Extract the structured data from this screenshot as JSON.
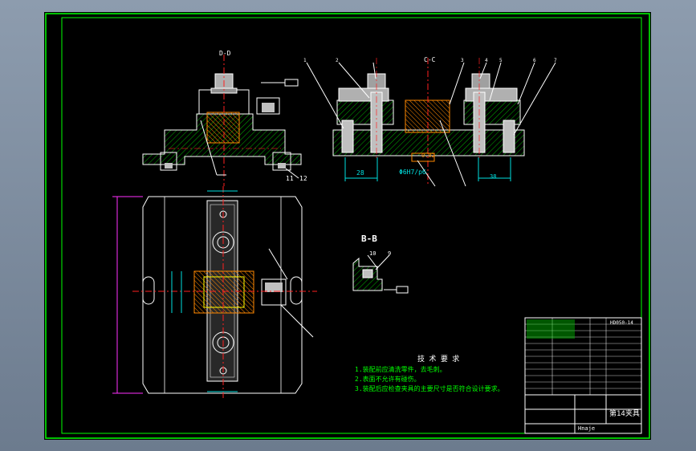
{
  "drawing": {
    "view_dd_label": "D-D",
    "view_cc_label": "C-C",
    "view_bb_label": "B-B",
    "dim_28": "28",
    "dim_phi": "Φ6H7/p6",
    "dim_tol": "0.02",
    "dim_38": "38",
    "callouts_cc": [
      "1",
      "2",
      "3",
      "4",
      "5",
      "6",
      "7"
    ],
    "callouts_dd": [
      "11",
      "12"
    ],
    "callouts_bb": [
      "10",
      "9"
    ],
    "tech_title": "技 术 要 求",
    "tech_req": [
      "1.装配前应清洗零件，去毛刺。",
      "2.表面不允许有碰伤。",
      "3.装配后应检查夹具的主要尺寸是否符合设计要求。"
    ],
    "title_block": {
      "title": "第14夹具",
      "code": "HD050-14",
      "company": "Hnaje"
    }
  },
  "colors": {
    "border_green": "#00ff00",
    "outline_white": "#ffffff",
    "hatch_green": "#00c000",
    "center_red": "#ff2020",
    "dim_cyan": "#00e0e0",
    "highlight_orange": "#ff8800",
    "magenta_dim": "#ff30ff",
    "gray_fill": "#b0b0b0"
  }
}
